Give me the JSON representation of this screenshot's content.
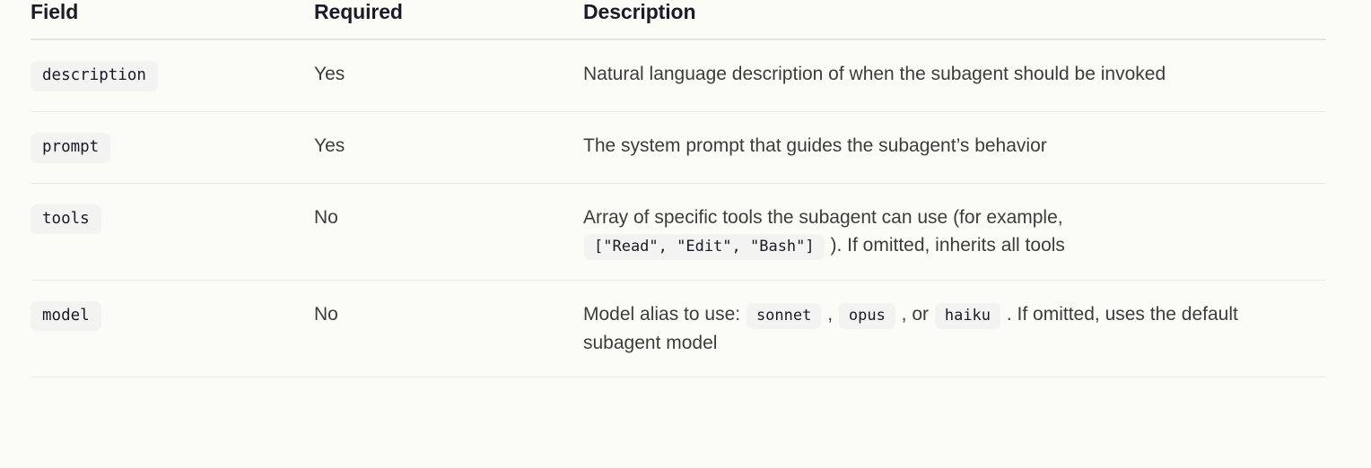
{
  "table": {
    "columns": [
      {
        "key": "field",
        "label": "Field"
      },
      {
        "key": "required",
        "label": "Required"
      },
      {
        "key": "desc",
        "label": "Description"
      }
    ],
    "rows": [
      {
        "field": "description",
        "required": "Yes",
        "description_parts": [
          {
            "type": "text",
            "value": "Natural language description of when the subagent should be invoked"
          }
        ]
      },
      {
        "field": "prompt",
        "required": "Yes",
        "description_parts": [
          {
            "type": "text",
            "value": "The system prompt that guides the subagent’s behavior"
          }
        ]
      },
      {
        "field": "tools",
        "required": "No",
        "description_parts": [
          {
            "type": "text",
            "value": "Array of specific tools the subagent can use (for example, "
          },
          {
            "type": "code",
            "value": "[\"Read\", \"Edit\", \"Bash\"]"
          },
          {
            "type": "text",
            "value": " ). If omitted, inherits all tools"
          }
        ]
      },
      {
        "field": "model",
        "required": "No",
        "description_parts": [
          {
            "type": "text",
            "value": "Model alias to use: "
          },
          {
            "type": "code",
            "value": "sonnet"
          },
          {
            "type": "text",
            "value": " , "
          },
          {
            "type": "code",
            "value": "opus"
          },
          {
            "type": "text",
            "value": " , or "
          },
          {
            "type": "code",
            "value": "haiku"
          },
          {
            "type": "text",
            "value": " . If omitted, uses the default subagent model"
          }
        ]
      }
    ]
  },
  "colors": {
    "page_background": "#fcfcf7",
    "heading_text": "#191b29",
    "body_text": "#3c3d3a",
    "divider": "#eaeae6",
    "header_divider": "#e4e4e0",
    "code_chip_background": "#f3f3f1",
    "code_chip_text": "#191b29"
  }
}
